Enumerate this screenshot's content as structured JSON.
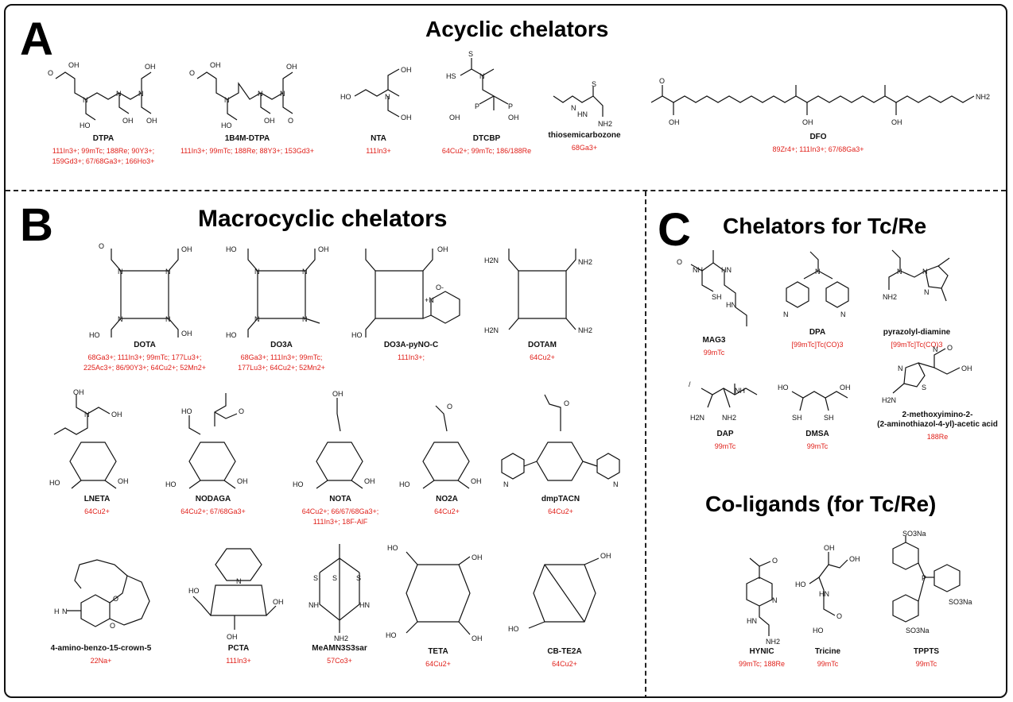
{
  "panels": {
    "a": {
      "letter": "A",
      "title": "Acyclic chelators"
    },
    "b": {
      "letter": "B",
      "title": "Macrocyclic chelators"
    },
    "c": {
      "letter": "C",
      "title": "Chelators for Tc/Re"
    },
    "c2": {
      "title": "Co-ligands (for Tc/Re)"
    }
  },
  "compounds": {
    "dtpa": {
      "name": "DTPA",
      "isotopes": "111In3+; 99mTc; 188Re; 90Y3+;\n159Gd3+; 67/68Ga3+; 166Ho3+"
    },
    "b4m": {
      "name": "1B4M-DTPA",
      "isotopes": "111In3+; 99mTc; 188Re; 88Y3+; 153Gd3+"
    },
    "nta": {
      "name": "NTA",
      "isotopes": "111In3+"
    },
    "dtcbp": {
      "name": "DTCBP",
      "isotopes": "64Cu2+; 99mTc; 186/188Re"
    },
    "tsc": {
      "name": "thiosemicarbozone",
      "isotopes": "68Ga3+"
    },
    "dfo": {
      "name": "DFO",
      "isotopes": "89Zr4+; 111In3+; 67/68Ga3+"
    },
    "dota": {
      "name": "DOTA",
      "isotopes": "68Ga3+; 111In3+; 99mTc; 177Lu3+;\n225Ac3+; 86/90Y3+; 64Cu2+; 52Mn2+"
    },
    "do3a": {
      "name": "DO3A",
      "isotopes": "68Ga3+; 111In3+; 99mTc;\n177Lu3+; 64Cu2+; 52Mn2+"
    },
    "do3apy": {
      "name": "DO3A-pyNO-C",
      "isotopes": "111In3+;"
    },
    "dotam": {
      "name": "DOTAM",
      "isotopes": "64Cu2+"
    },
    "lneta": {
      "name": "LNETA",
      "isotopes": "64Cu2+"
    },
    "nodaga": {
      "name": "NODAGA",
      "isotopes": "64Cu2+; 67/68Ga3+"
    },
    "nota": {
      "name": "NOTA",
      "isotopes": "64Cu2+; 66/67/68Ga3+;\n111In3+; 18F-AlF"
    },
    "no2a": {
      "name": "NO2A",
      "isotopes": "64Cu2+"
    },
    "dmptacn": {
      "name": "dmpTACN",
      "isotopes": "64Cu2+"
    },
    "crown": {
      "name": "4-amino-benzo-15-crown-5",
      "isotopes": "22Na+"
    },
    "pcta": {
      "name": "PCTA",
      "isotopes": "111In3+"
    },
    "sar": {
      "name": "MeAMN3S3sar",
      "isotopes": "57Co3+"
    },
    "teta": {
      "name": "TETA",
      "isotopes": "64Cu2+"
    },
    "cbte2a": {
      "name": "CB-TE2A",
      "isotopes": "64Cu2+"
    },
    "mag3": {
      "name": "MAG3",
      "isotopes": "99mTc"
    },
    "dpa": {
      "name": "DPA",
      "isotopes": "[99mTc]Tc(CO)3"
    },
    "pyraz": {
      "name": "pyrazolyl-diamine",
      "isotopes": "[99mTc]Tc(CO)3"
    },
    "dap": {
      "name": "DAP",
      "isotopes": "99mTc"
    },
    "dmsa": {
      "name": "DMSA",
      "isotopes": "99mTc"
    },
    "mox": {
      "name": "2-methoxyimino-2-\n(2-aminothiazol-4-yl)-acetic acid",
      "isotopes": "188Re"
    },
    "hynic": {
      "name": "HYNIC",
      "isotopes": "99mTc; 188Re"
    },
    "tricine": {
      "name": "Tricine",
      "isotopes": "99mTc"
    },
    "tppts": {
      "name": "TPPTS",
      "isotopes": "99mTc"
    }
  },
  "atom_labels": [
    "OH",
    "O",
    "N",
    "NH",
    "HN",
    "S",
    "HS",
    "SH",
    "P",
    "NH2",
    "H2N",
    "SO3Na",
    "OH",
    "O-",
    "+N"
  ]
}
